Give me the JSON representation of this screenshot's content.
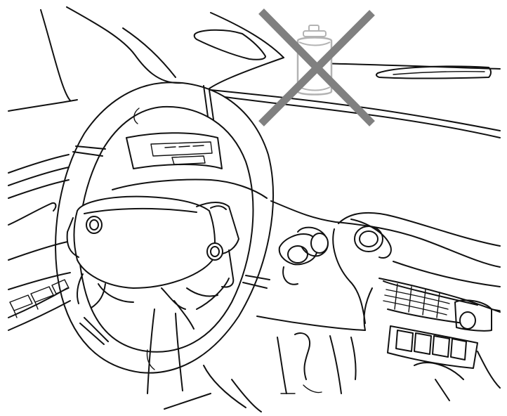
{
  "illustration": {
    "subject": "car-interior-driver-view",
    "style": "line-art"
  },
  "prohibition": {
    "object": "beverage-can-on-dashboard",
    "mark": "cross",
    "mark_color": "#808080",
    "object_color": "#b3b3b3"
  },
  "colors": {
    "line": "#111111",
    "background": "#ffffff"
  }
}
